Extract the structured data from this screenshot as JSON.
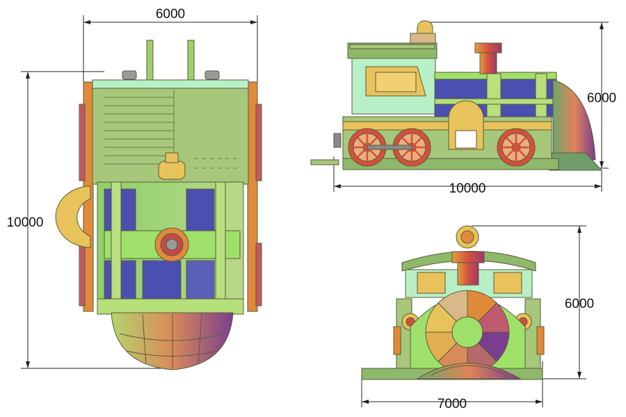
{
  "dimensions": {
    "top_view_width": "6000",
    "top_view_length": "10000",
    "side_view_height": "6000",
    "side_view_length": "10000",
    "front_view_height": "6000",
    "front_view_width": "7000"
  },
  "palette": {
    "light_green": "#b6e39a",
    "olive_green": "#a7c77a",
    "bright_green": "#9fe06a",
    "mint": "#b9efc6",
    "yellow": "#e8c25a",
    "tan": "#d9b98a",
    "orange": "#e08a3c",
    "red": "#d4503e",
    "blue": "#4a4fb0",
    "purple": "#7a3e8e",
    "gray": "#8a8a8a"
  }
}
